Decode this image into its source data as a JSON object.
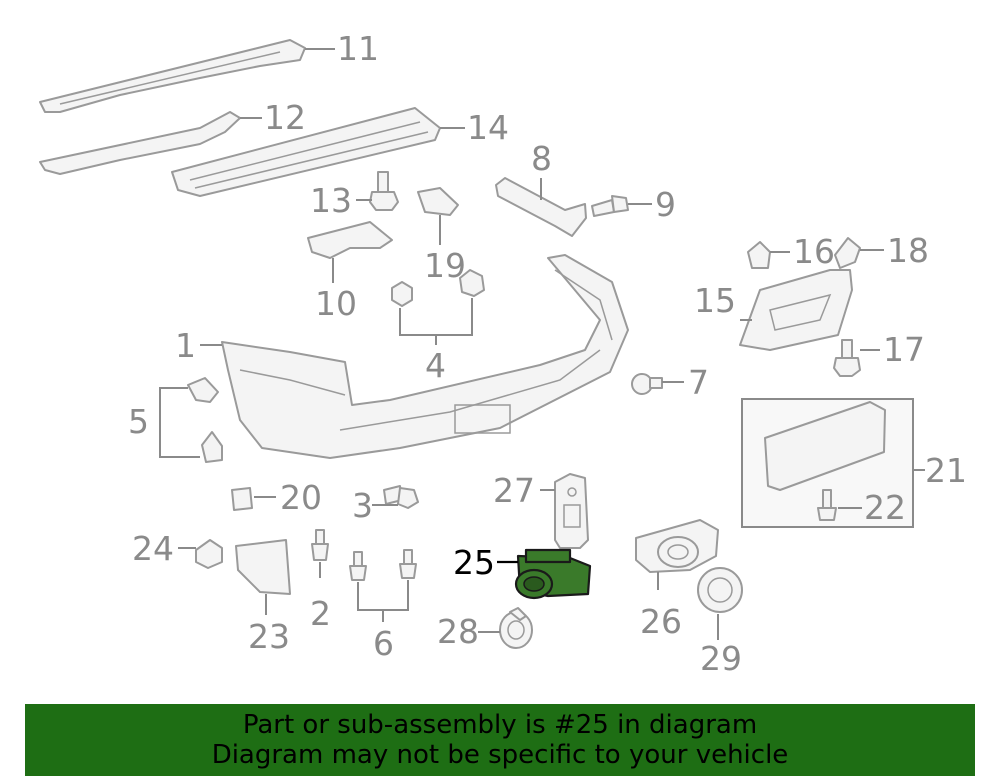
{
  "diagram": {
    "highlight_color": "#3a7a2a",
    "line_color": "#8a8a8a",
    "callouts": {
      "c1": "1",
      "c2": "2",
      "c3": "3",
      "c4": "4",
      "c5": "5",
      "c6": "6",
      "c7": "7",
      "c8": "8",
      "c9": "9",
      "c10": "10",
      "c11": "11",
      "c12": "12",
      "c13": "13",
      "c14": "14",
      "c15": "15",
      "c16": "16",
      "c17": "17",
      "c18": "18",
      "c19": "19",
      "c20": "20",
      "c21": "21",
      "c22": "22",
      "c23": "23",
      "c24": "24",
      "c25": "25",
      "c26": "26",
      "c27": "27",
      "c28": "28",
      "c29": "29"
    }
  },
  "banner": {
    "background": "#1e6e14",
    "line1": "Part or sub-assembly is #25 in diagram",
    "line2": "Diagram may not be specific to your vehicle"
  }
}
